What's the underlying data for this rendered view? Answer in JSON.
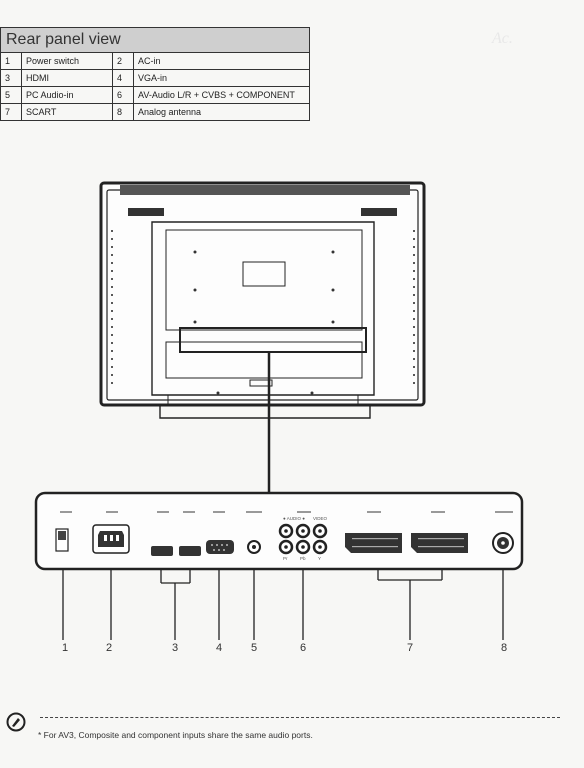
{
  "table": {
    "title": "Rear panel view",
    "rows": [
      {
        "n1": "1",
        "l1": "Power switch",
        "n2": "2",
        "l2": "AC-in"
      },
      {
        "n1": "3",
        "l1": "HDMI",
        "n2": "4",
        "l2": "VGA-in"
      },
      {
        "n1": "5",
        "l1": "PC Audio-in",
        "n2": "6",
        "l2": "AV-Audio L/R + CVBS + COMPONENT"
      },
      {
        "n1": "7",
        "l1": "SCART",
        "n2": "8",
        "l2": "Analog antenna"
      }
    ]
  },
  "callouts": [
    "1",
    "2",
    "3",
    "4",
    "5",
    "6",
    "7",
    "8"
  ],
  "panel_labels": {
    "audio": "● AUDIO ●",
    "video": "VIDEO",
    "pr": "Pr",
    "pb": "Pb",
    "y": "Y"
  },
  "note": "* For AV3, Composite and component inputs share the same audio ports."
}
